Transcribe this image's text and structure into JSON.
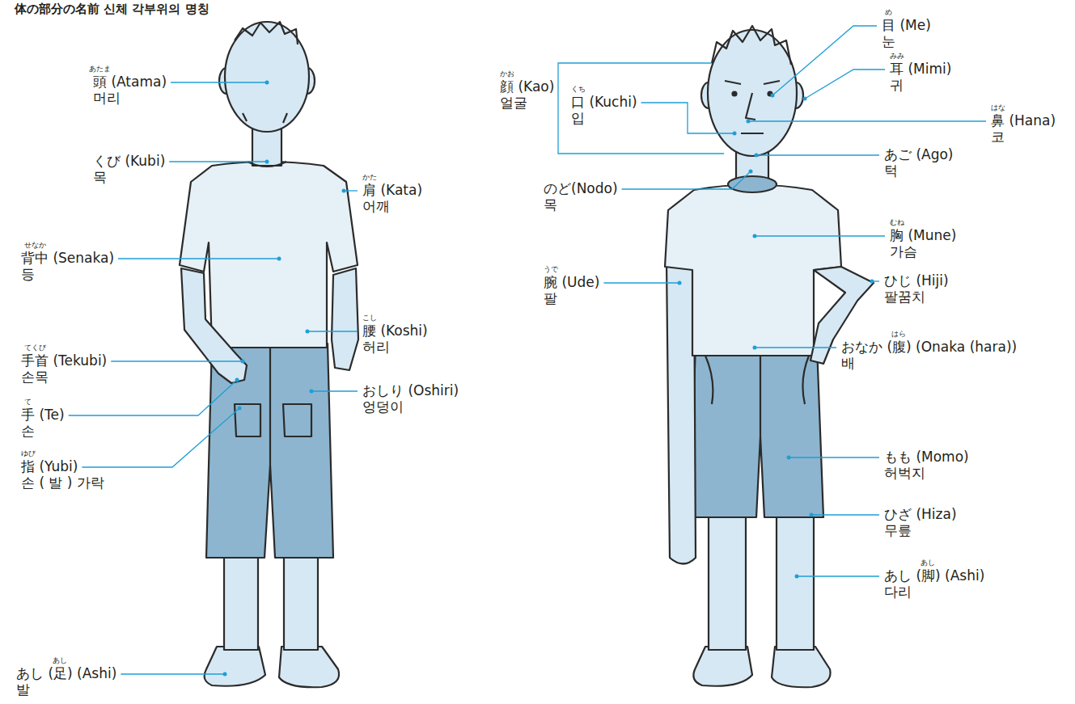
{
  "diagram": {
    "title": "体の部分の名前 신체 각부위의 명칭",
    "labels": [
      "あたま",
      "頭 (Atama)",
      "머리",
      "くび (Kubi)",
      "목",
      "かた",
      "肩 (Kata)",
      "어깨",
      "せなか",
      "背中 (Senaka)",
      "등",
      "こし",
      "腰 (Koshi)",
      "허리",
      "てくび",
      "手首 (Tekubi)",
      "손목",
      "て",
      "手 (Te)",
      "손",
      "おしり (Oshiri)",
      "엉덩이",
      "ゆび",
      "指 (Yubi)",
      "손 ( 발 ) 가락",
      "あし",
      "あし (足) (Ashi)",
      "발",
      "め",
      "目 (Me)",
      "눈",
      "みみ",
      "耳 (Mimi)",
      "귀",
      "かお",
      "顔 (Kao)",
      "얼굴",
      "くち",
      "口 (Kuchi)",
      "입",
      "はな",
      "鼻 (Hana)",
      "코",
      "あご (Ago)",
      "턱",
      "のど(Nodo)",
      "목",
      "むね",
      "胸 (Mune)",
      "가슴",
      "うで",
      "腕 (Ude)",
      "팔",
      "ひじ (Hiji)",
      "팔꿈치",
      "はら",
      "おなか (腹) (Onaka (hara))",
      "배",
      "もも (Momo)",
      "허벅지",
      "ひざ (Hiza)",
      "무릎",
      "あし",
      "あし (脚) (Ashi)",
      "다리"
    ]
  }
}
